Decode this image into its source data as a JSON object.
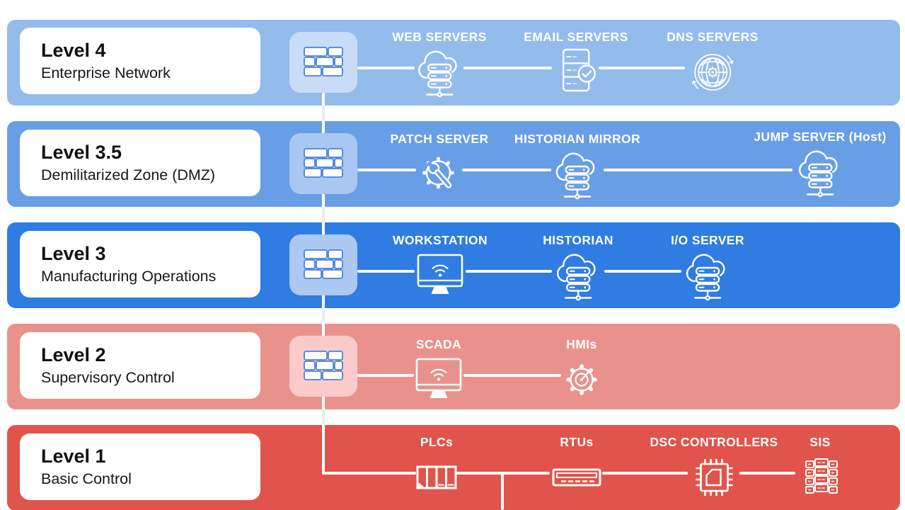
{
  "colors": {
    "background": "#ffffff",
    "band_level4": "#93bbec",
    "band_level35": "#689ee6",
    "band_level3": "#2f7ce2",
    "band_level2": "#e9928c",
    "band_level1": "#e0544b",
    "firewall_box_level4": "#c8dcf7",
    "firewall_box_level35": "#a8c7f2",
    "firewall_box_level3": "#abc9f3",
    "firewall_box_level2": "#fbcbcc",
    "firewall_brick_stroke": "#4a82d9",
    "connector_line": "#ffffff",
    "connector_line_in_gaps": "#ececf0",
    "card_background": "#ffffff",
    "card_text": "#0f1115",
    "node_label_text": "#ffffff"
  },
  "bands": [
    {
      "level": "Level 4",
      "sublabel": "Enterprise Network",
      "color": "#93bbec",
      "has_firewall": true,
      "nodes": [
        {
          "label": "WEB SERVERS",
          "icon": "cloud-server-icon"
        },
        {
          "label": "EMAIL SERVERS",
          "icon": "server-tower-check-icon"
        },
        {
          "label": "DNS SERVERS",
          "icon": "globe-gear-icon"
        }
      ]
    },
    {
      "level": "Level 3.5",
      "sublabel": "Demilitarized Zone (DMZ)",
      "color": "#689ee6",
      "has_firewall": true,
      "nodes": [
        {
          "label": "PATCH SERVER",
          "icon": "gear-wrench-icon"
        },
        {
          "label": "HISTORIAN MIRROR",
          "icon": "cloud-server-icon"
        },
        {
          "label": "JUMP SERVER (Host)",
          "icon": "cloud-server-icon"
        }
      ]
    },
    {
      "level": "Level 3",
      "sublabel": "Manufacturing Operations",
      "color": "#2f7ce2",
      "has_firewall": true,
      "nodes": [
        {
          "label": "WORKSTATION",
          "icon": "monitor-wifi-icon"
        },
        {
          "label": "HISTORIAN",
          "icon": "cloud-server-icon"
        },
        {
          "label": "I/O SERVER",
          "icon": "cloud-server-icon"
        }
      ]
    },
    {
      "level": "Level 2",
      "sublabel": "Supervisory Control",
      "color": "#e9928c",
      "has_firewall": true,
      "nodes": [
        {
          "label": "SCADA",
          "icon": "monitor-wifi-icon"
        },
        {
          "label": "HMIs",
          "icon": "gear-gauge-icon"
        }
      ]
    },
    {
      "level": "Level 1",
      "sublabel": "Basic Control",
      "color": "#e0544b",
      "has_firewall": false,
      "nodes": [
        {
          "label": "PLCs",
          "icon": "plc-module-icon"
        },
        {
          "label": "RTUs",
          "icon": "rtu-rack-icon"
        },
        {
          "label": "DSC CONTROLLERS",
          "icon": "chip-icon"
        },
        {
          "label": "SIS",
          "icon": "server-rack-grid-icon"
        }
      ]
    }
  ]
}
